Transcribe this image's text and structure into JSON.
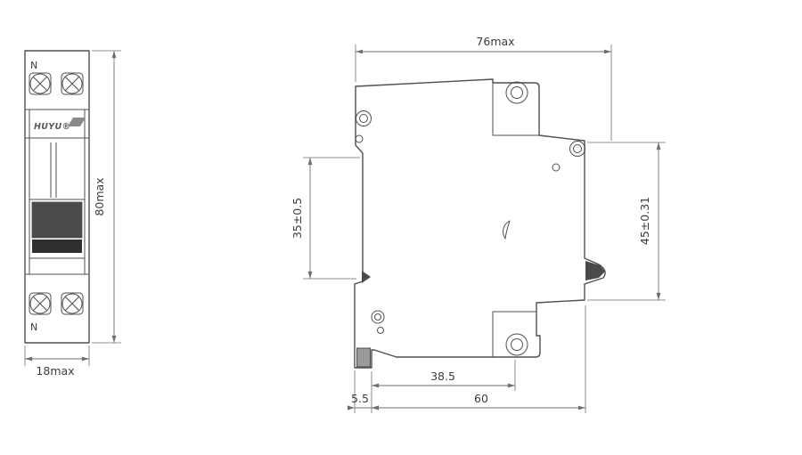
{
  "drawing": {
    "title": "circuit-breaker-dimension-drawing",
    "front_view": {
      "n_top": "N",
      "n_bottom": "N",
      "brand": "HUYU®",
      "dims": {
        "height": "80max",
        "width": "18max"
      }
    },
    "side_view": {
      "dims": {
        "top_width": "76max",
        "right_height": "45±0.31",
        "left_height": "35±0.5",
        "bottom_inner": "38.5",
        "foot": "5.5",
        "bottom_total": "60"
      }
    },
    "colors": {
      "line": "#4f4f4f",
      "dim_line": "#6e6e6e",
      "text": "#3c3c3c",
      "handle_dark": "#4a4a4a",
      "handle_darker": "#2f2f2f",
      "foot_gray": "#9a9a9a",
      "background": "#ffffff"
    }
  }
}
